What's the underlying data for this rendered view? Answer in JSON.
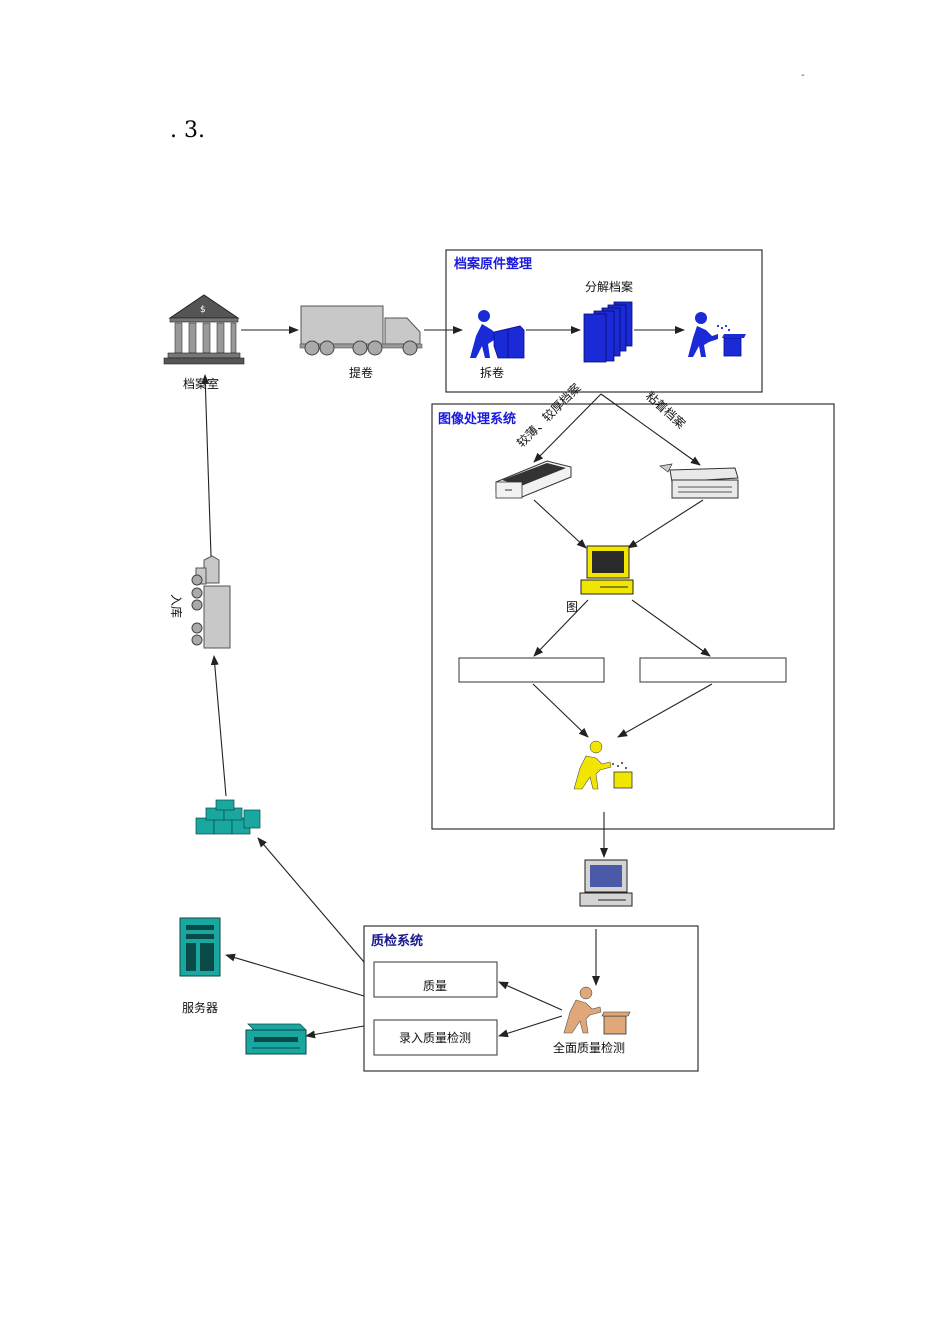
{
  "header": {
    "corner_mark": "-",
    "section_number": ". 3."
  },
  "flow": {
    "archive_room": "档案室",
    "retrieve": "提卷",
    "return_to_archive": "入库"
  },
  "group_organize": {
    "title": "档案原件整理",
    "unbind": "拆卷",
    "split_archive": "分解档案",
    "faint_label": ""
  },
  "group_image": {
    "title": "图像处理系统",
    "branch_left": "较薄、较厚档案",
    "branch_right": "粘着档案",
    "scanner_label": "",
    "copier_label": "",
    "workstation_label": "图",
    "box_left": "",
    "box_right": "",
    "person_label": ""
  },
  "mid_pc_label": "",
  "storage_label": "",
  "group_qc": {
    "title": "质检系统",
    "box_quality": "质量",
    "box_entry": "录入质量检测",
    "full_check": "全面质量检测"
  },
  "server_label": "服务器",
  "drive_label": "",
  "colors": {
    "group_title": "#1a1adf",
    "blue_figure": "#1a2ad6",
    "yellow_figure": "#f2e600",
    "tan_figure": "#e0a878",
    "teal_device": "#1aa7a0",
    "truck_gray": "#c8c8c8"
  },
  "icons": [
    "bank-icon",
    "truck-icon",
    "person-box-icon",
    "document-stack-icon",
    "scanner-icon",
    "copier-icon",
    "computer-icon",
    "boxes-icon",
    "server-icon",
    "tape-drive-icon"
  ]
}
